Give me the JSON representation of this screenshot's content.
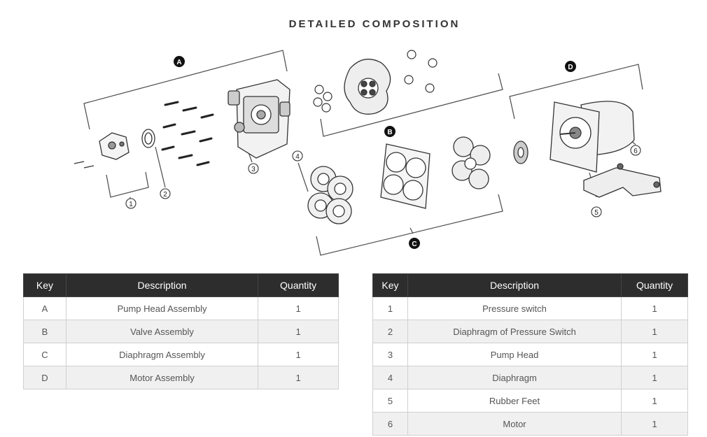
{
  "title": "DETAILED COMPOSITION",
  "diagram": {
    "group_labels": [
      "A",
      "B",
      "C",
      "D"
    ],
    "part_labels": [
      "1",
      "2",
      "3",
      "4",
      "5",
      "6"
    ]
  },
  "tables": {
    "left": {
      "headers": [
        "Key",
        "Description",
        "Quantity"
      ],
      "rows": [
        [
          "A",
          "Pump Head Assembly",
          "1"
        ],
        [
          "B",
          "Valve Assembly",
          "1"
        ],
        [
          "C",
          "Diaphragm Assembly",
          "1"
        ],
        [
          "D",
          "Motor Assembly",
          "1"
        ]
      ]
    },
    "right": {
      "headers": [
        "Key",
        "Description",
        "Quantity"
      ],
      "rows": [
        [
          "1",
          "Pressure switch",
          "1"
        ],
        [
          "2",
          "Diaphragm of Pressure Switch",
          "1"
        ],
        [
          "3",
          "Pump Head",
          "1"
        ],
        [
          "4",
          "Diaphragm",
          "1"
        ],
        [
          "5",
          "Rubber Feet",
          "1"
        ],
        [
          "6",
          "Motor",
          "1"
        ]
      ]
    }
  }
}
